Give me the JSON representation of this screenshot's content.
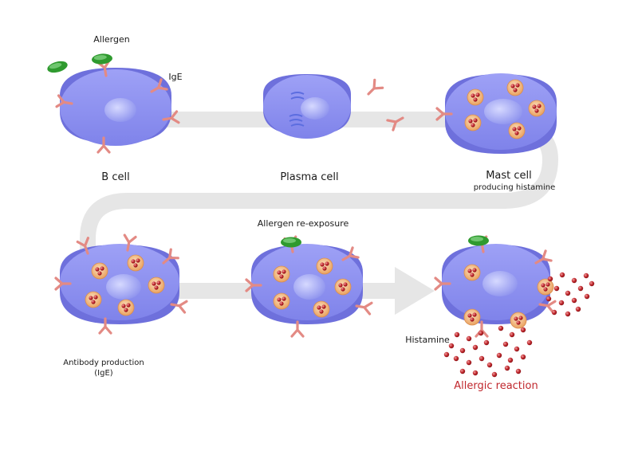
{
  "labels": {
    "allergen": "Allergen",
    "ige": "IgE",
    "b_cell": "B cell",
    "plasma_cell": "Plasma cell",
    "mast_cell": "Mast cell",
    "producing_histamine": "producing histamine",
    "allergen_reexposure": "Allergen re-exposure",
    "antibody_production": "Antibody production",
    "antibody_production_sub": "(IgE)",
    "histamine": "Histamine",
    "allergic_reaction": "Allergic reaction"
  },
  "colors": {
    "cell_top": "#8a8cf0",
    "cell_side": "#6e70dc",
    "nucleus": "#aab0fa",
    "antibody": "#e8918a",
    "allergen": "#3aa63a",
    "granule": "#f4b97a",
    "histamine_dot": "#c0272d",
    "path": "#e6e6e6",
    "label_accent": "#c0272d"
  }
}
